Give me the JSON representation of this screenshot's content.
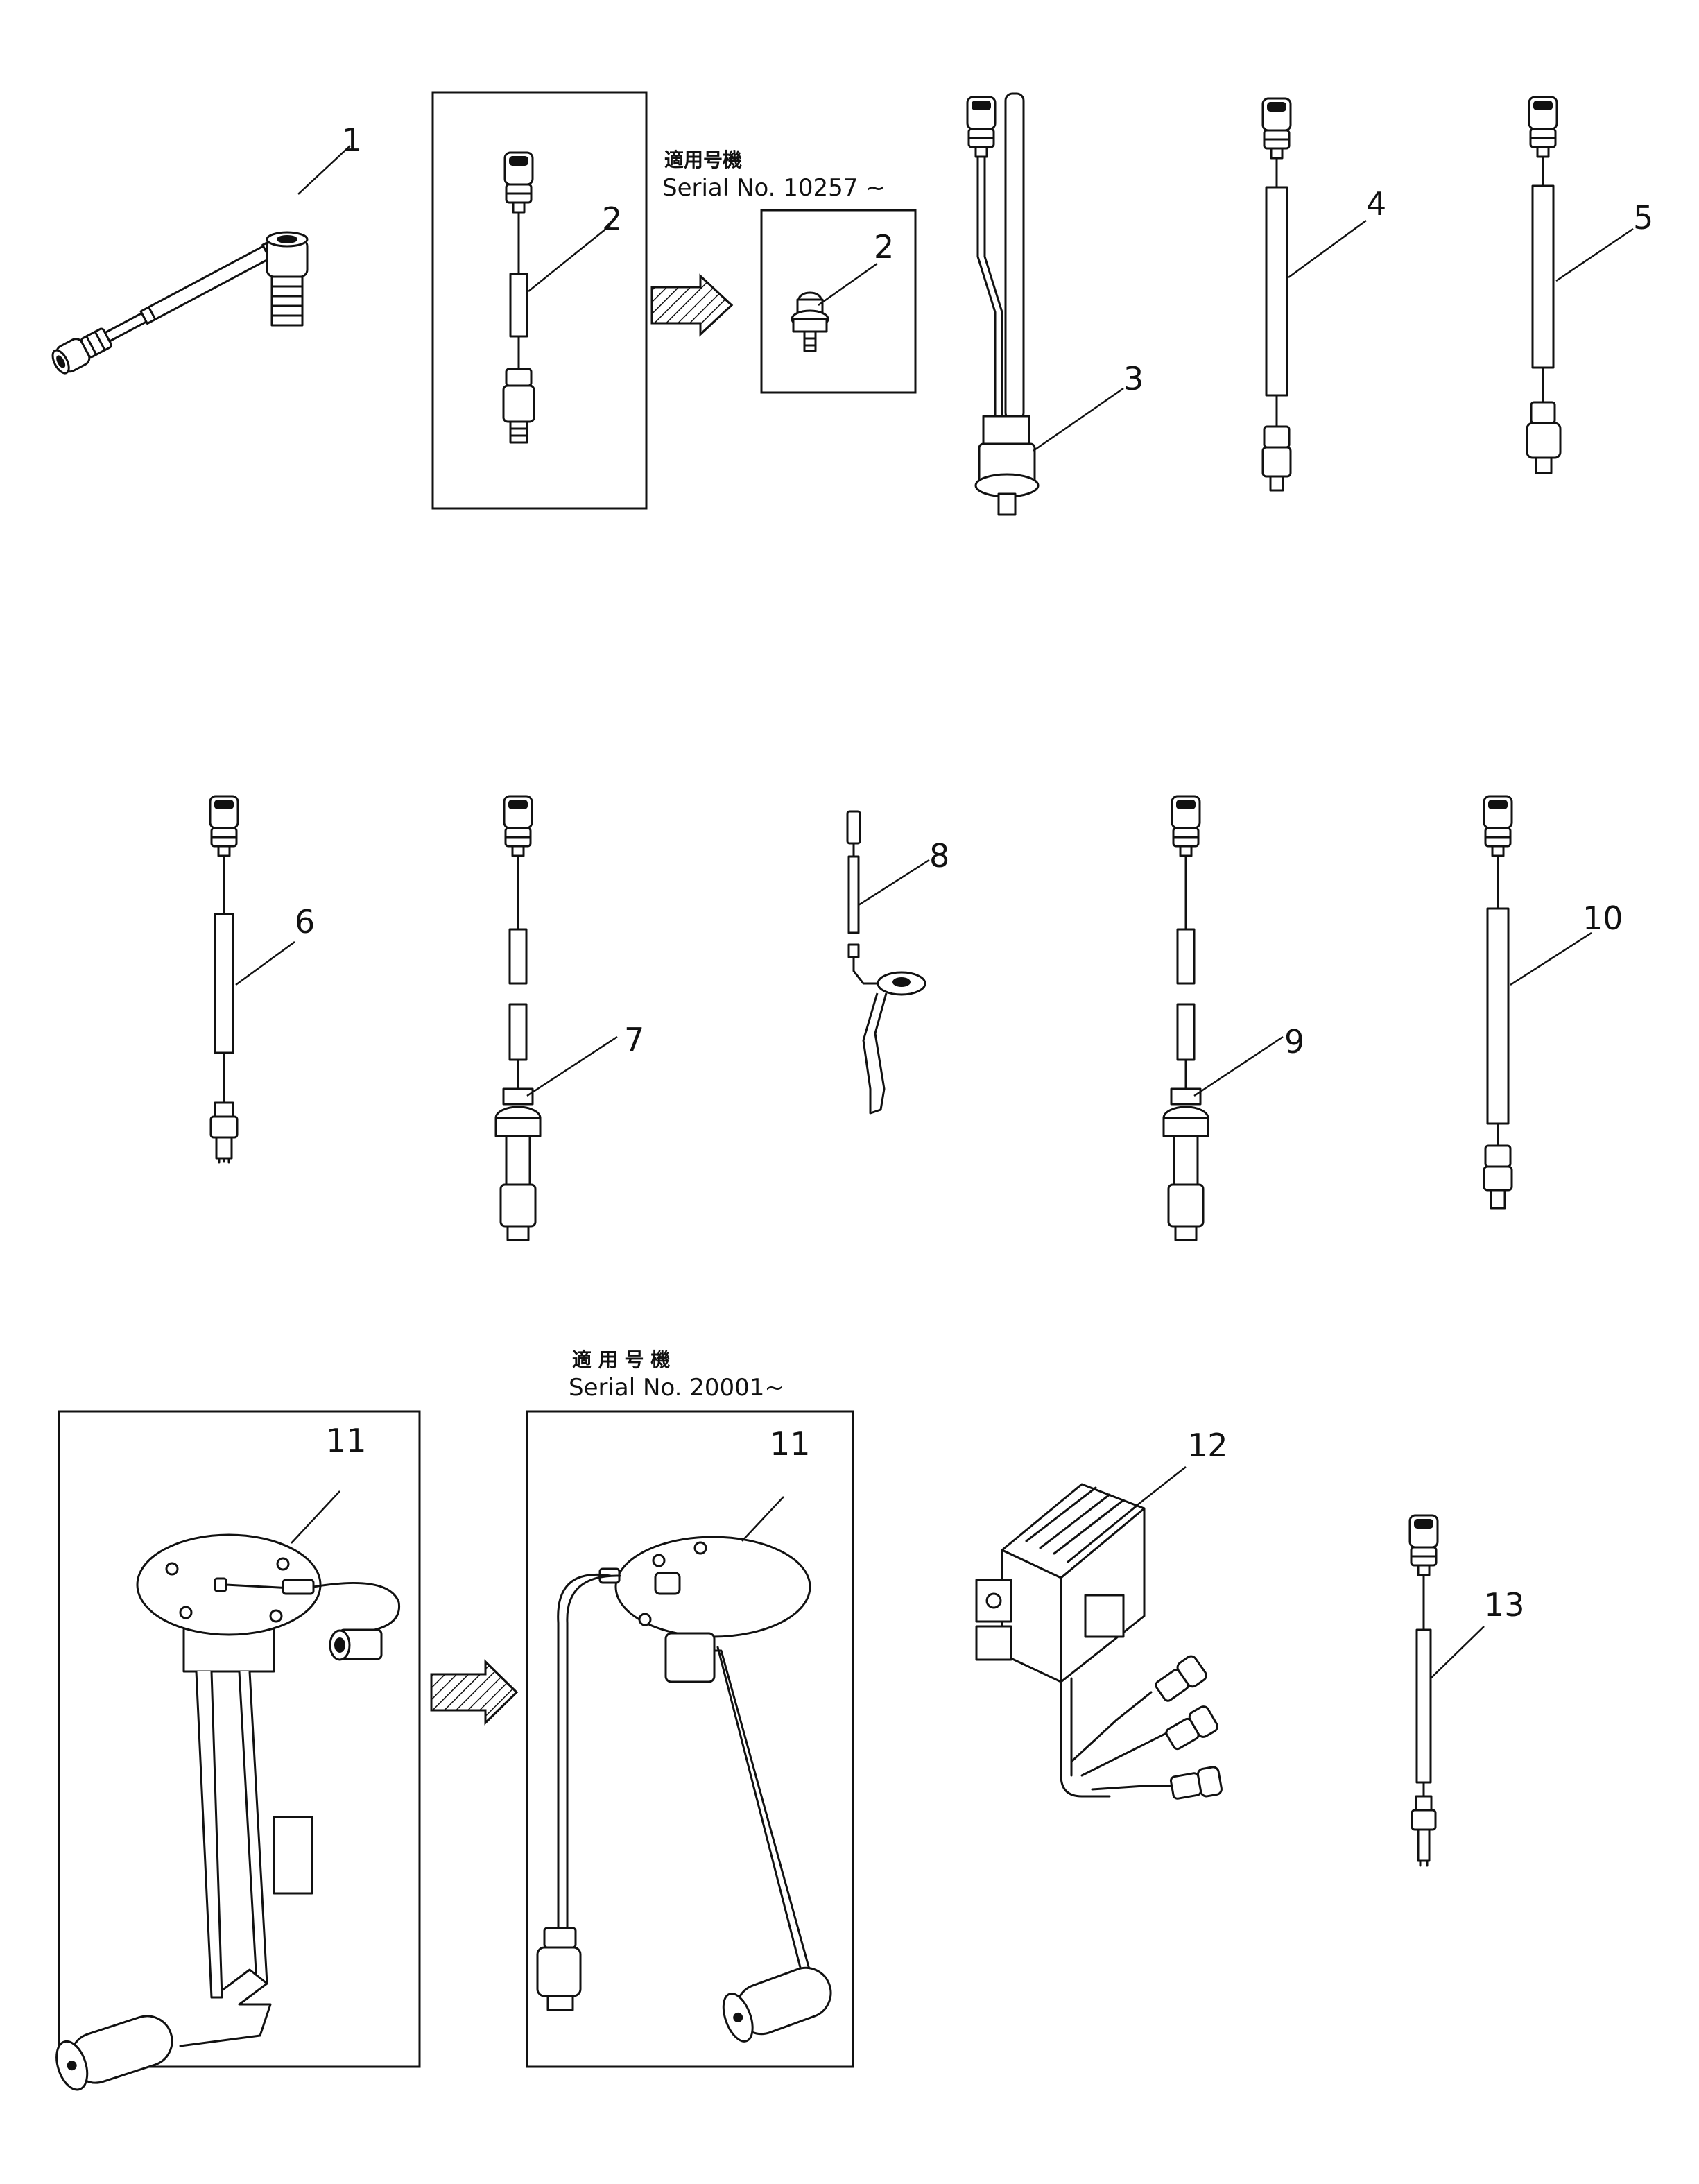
{
  "notes": {
    "note1_jp": "適用号機",
    "note1_serial": "Serial No. 10257 ~",
    "note2_jp": "適 用 号 機",
    "note2_serial": "Serial No. 20001~"
  },
  "callouts": [
    {
      "id": "1",
      "label": "1"
    },
    {
      "id": "2a",
      "label": "2"
    },
    {
      "id": "2b",
      "label": "2"
    },
    {
      "id": "3",
      "label": "3"
    },
    {
      "id": "4",
      "label": "4"
    },
    {
      "id": "5",
      "label": "5"
    },
    {
      "id": "6",
      "label": "6"
    },
    {
      "id": "7",
      "label": "7"
    },
    {
      "id": "8",
      "label": "8"
    },
    {
      "id": "9",
      "label": "9"
    },
    {
      "id": "10",
      "label": "10"
    },
    {
      "id": "11a",
      "label": "11"
    },
    {
      "id": "11b",
      "label": "11"
    },
    {
      "id": "12",
      "label": "12"
    },
    {
      "id": "13",
      "label": "13"
    }
  ],
  "icons": {
    "replacement_arrow": "hatched-arrow-icon"
  }
}
